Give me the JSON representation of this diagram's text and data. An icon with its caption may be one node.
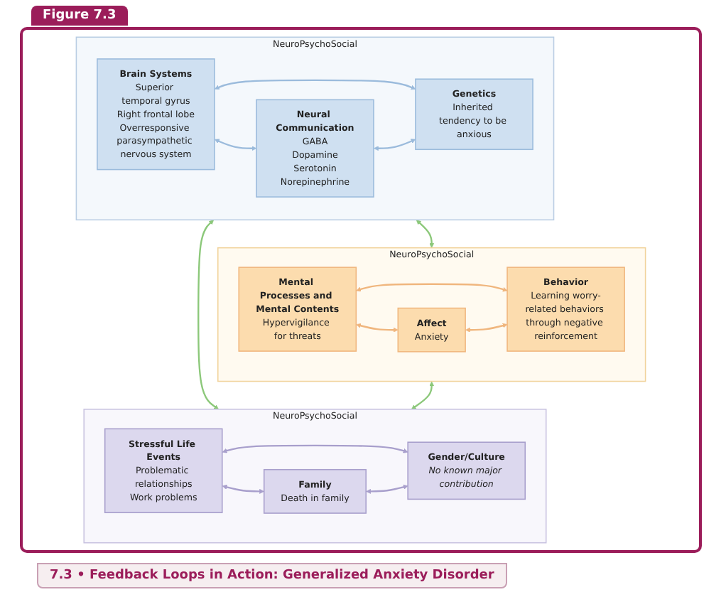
{
  "diagram": {
    "title": "Figure 7.3",
    "caption": "7.3 • Feedback Loops in Action: Generalized Anxiety Disorder",
    "nodes": [
      {
        "text": [
          "NeuroPsychoSocial"
        ]
      },
      {
        "text": [
          "Brain Systems",
          "Superior temporal gyrus",
          "Right frontal lobe",
          "Overresponsive parasympathetic nervous system"
        ],
        "in": 0
      },
      {
        "text": [
          "Neural Communication",
          "GABA",
          "Dopamine",
          "Serotonin",
          "Norepinephrine"
        ],
        "in": 0
      },
      {
        "text": [
          "Genetics",
          "Inherited tendency to be anxious"
        ],
        "in": 0
      },
      {
        "text": [
          "NeuroPsychoSocial"
        ]
      },
      {
        "text": [
          "Mental Processes and Mental Contents",
          "Hypervigilance for threats"
        ],
        "in": 4
      },
      {
        "text": [
          "Affect",
          "Anxiety"
        ],
        "in": 4
      },
      {
        "text": [
          "Behavior",
          "Learning worry-related behaviors through negative reinforcement"
        ],
        "in": 4
      },
      {
        "text": [
          "NeuroPsychoSocial"
        ]
      },
      {
        "text": [
          "Stressful Life Events",
          "Problematic relationships",
          "Work problems"
        ],
        "in": 8
      },
      {
        "text": [
          "Family",
          "Death in family"
        ],
        "in": 8
      },
      {
        "text": [
          "Gender/Culture",
          "No known major contribution"
        ],
        "in": 8
      }
    ],
    "edges": [
      {
        "from": 1,
        "to": 2,
        "arrow": "both",
        "color": "#9bbbdc"
      },
      {
        "from": 1,
        "to": 3,
        "arrow": "both",
        "color": "#9bbbdc"
      },
      {
        "from": 2,
        "to": 3,
        "arrow": "both",
        "color": "#9bbbdc"
      },
      {
        "from": 5,
        "to": 6,
        "arrow": "both",
        "color": "#f0b67e"
      },
      {
        "from": 5,
        "to": 7,
        "arrow": "both",
        "color": "#f0b67e"
      },
      {
        "from": 6,
        "to": 7,
        "arrow": "both",
        "color": "#f0b67e"
      },
      {
        "from": 9,
        "to": 10,
        "arrow": "both",
        "color": "#a89fcc"
      },
      {
        "from": 9,
        "to": 11,
        "arrow": "both",
        "color": "#a89fcc"
      },
      {
        "from": 10,
        "to": 11,
        "arrow": "both",
        "color": "#a89fcc"
      },
      {
        "from": 0,
        "to": 4,
        "arrow": "both",
        "color": "#8cc87a"
      },
      {
        "from": 0,
        "to": 8,
        "arrow": "both",
        "color": "#8cc87a"
      },
      {
        "from": 4,
        "to": 8,
        "arrow": "both",
        "color": "#8cc87a"
      }
    ]
  }
}
